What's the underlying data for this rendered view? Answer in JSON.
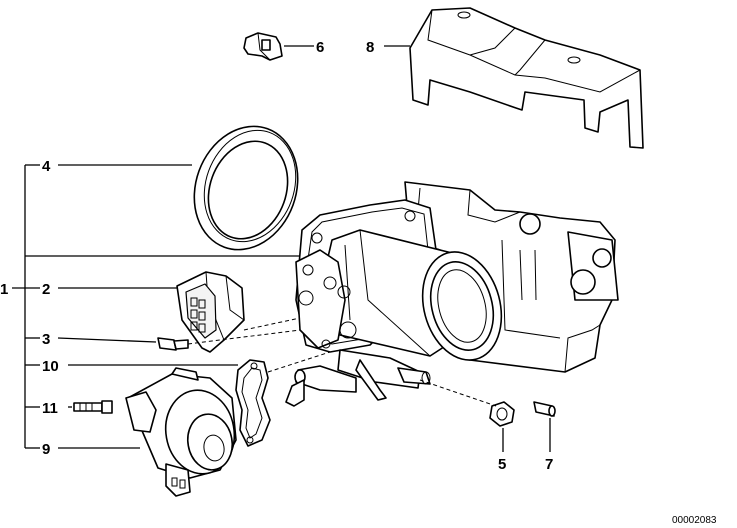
{
  "diagram": {
    "labels": {
      "l1": "1",
      "l2": "2",
      "l3": "3",
      "l4": "4",
      "l5": "5",
      "l6": "6",
      "l7": "7",
      "l8": "8",
      "l9": "9",
      "l10": "10",
      "l11": "11"
    },
    "reference_number": "00002083"
  }
}
